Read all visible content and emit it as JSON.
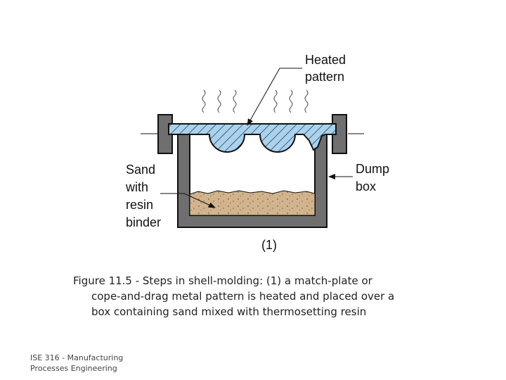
{
  "diagram": {
    "labels": {
      "heated_pattern": [
        "Heated",
        "pattern"
      ],
      "sand_with_resin_binder": [
        "Sand",
        "with",
        "resin",
        "binder"
      ],
      "dump_box": [
        "Dump",
        "box"
      ],
      "step_number": "(1)"
    },
    "colors": {
      "pattern_fill": "#a9d2ef",
      "sand_fill": "#d2b48c",
      "box_fill": "#6f6f6f",
      "outline": "#111111"
    }
  },
  "caption": {
    "line1": "Figure 11.5 ‑ Steps in shell‑molding: (1) a match‑plate or",
    "line2": "cope‑and‑drag metal pattern is heated and placed over a",
    "line3": "box containing sand mixed with thermosetting resin"
  },
  "footer": {
    "line1": "ISE 316 - Manufacturing",
    "line2": "Processes Engineering"
  }
}
